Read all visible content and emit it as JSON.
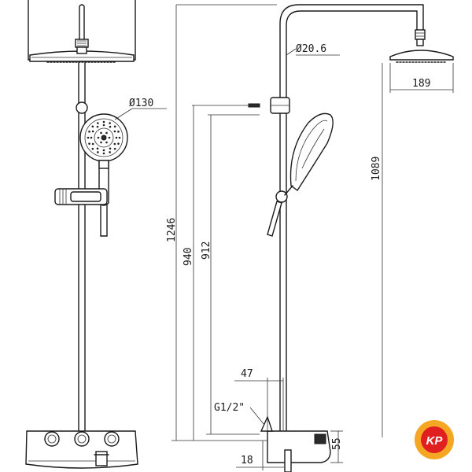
{
  "dimensions": {
    "head_dia": "Ø130",
    "pipe_dia": "Ø20.6",
    "rain_width": "189",
    "total_height": "1246",
    "slide_height": "940",
    "bar_height": "912",
    "rain_height": "1089",
    "inlet_offset": "47",
    "inlet_thread": "G1/2\"",
    "inlet_depth": "18",
    "mixer_height": "55"
  },
  "logo": {
    "text": "KP",
    "colors": {
      "outer": "#f5a623",
      "inner": "#e02020",
      "text": "#ffffff"
    }
  }
}
